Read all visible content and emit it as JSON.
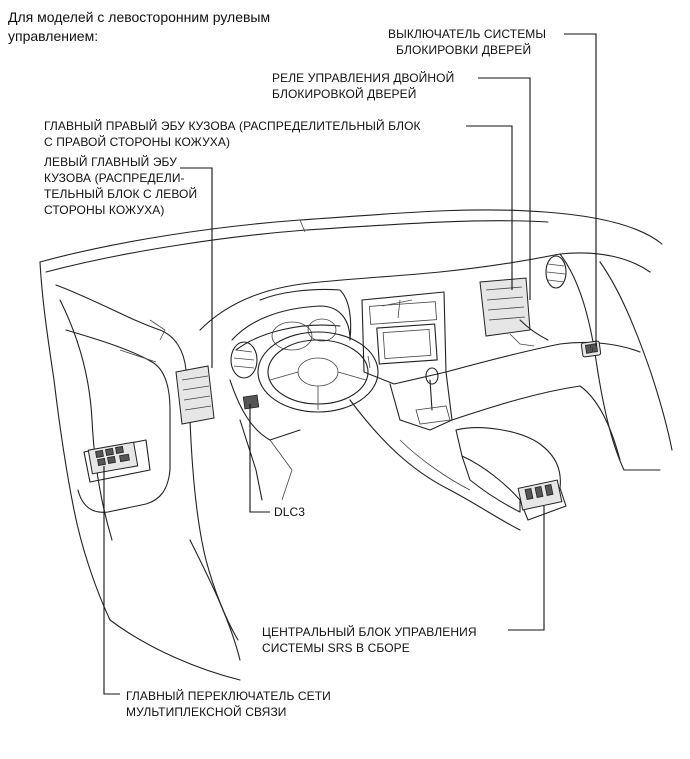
{
  "heading": {
    "line1": "Для моделей с левосторонним рулевым",
    "line2": "управлением:"
  },
  "labels": {
    "door_lock_switch": {
      "line1": "ВЫКЛЮЧАТЕЛЬ СИСТЕМЫ",
      "line2": "БЛОКИРОВКИ ДВЕРЕЙ"
    },
    "double_lock_relay": {
      "line1": "РЕЛЕ УПРАВЛЕНИЯ ДВОЙНОЙ",
      "line2": "БЛОКИРОВКОЙ ДВЕРЕЙ"
    },
    "right_main_body_ecu": {
      "line1": "ГЛАВНЫЙ ПРАВЫЙ ЭБУ КУЗОВА (РАСПРЕДЕЛИТЕЛЬНЫЙ БЛОК",
      "line2": "С ПРАВОЙ СТОРОНЫ КОЖУХА)"
    },
    "left_main_body_ecu": {
      "line1": "ЛЕВЫЙ ГЛАВНЫЙ ЭБУ",
      "line2": "КУЗОВА (РАСПРЕДЕЛИ-",
      "line3": "ТЕЛЬНЫЙ БЛОК С ЛЕВОЙ",
      "line4": "СТОРОНЫ КОЖУХА)"
    },
    "dlc3": "DLC3",
    "srs_center_unit": {
      "line1": "ЦЕНТРАЛЬНЫЙ БЛОК УПРАВЛЕНИЯ",
      "line2": "СИСТЕМЫ SRS В СБОРЕ"
    },
    "multiplex_master_switch": {
      "line1": "ГЛАВНЫЙ ПЕРЕКЛЮЧАТЕЛЬ СЕТИ",
      "line2": "МУЛЬТИПЛЕКСНОЙ СВЯЗИ"
    }
  }
}
